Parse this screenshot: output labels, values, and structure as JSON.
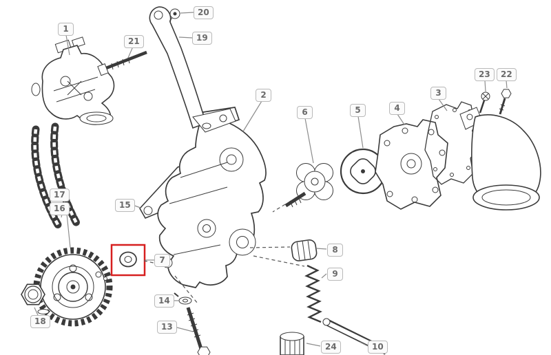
{
  "callouts": [
    {
      "label": "1"
    },
    {
      "label": "2"
    },
    {
      "label": "3"
    },
    {
      "label": "4"
    },
    {
      "label": "5"
    },
    {
      "label": "6"
    },
    {
      "label": "7"
    },
    {
      "label": "8"
    },
    {
      "label": "9"
    },
    {
      "label": "10"
    },
    {
      "label": "13"
    },
    {
      "label": "14"
    },
    {
      "label": "15"
    },
    {
      "label": "16"
    },
    {
      "label": "17"
    },
    {
      "label": "18"
    },
    {
      "label": "19"
    },
    {
      "label": "20"
    },
    {
      "label": "21"
    },
    {
      "label": "22"
    },
    {
      "label": "23"
    },
    {
      "label": "24"
    }
  ],
  "highlight": {
    "highlighted_callout": "7",
    "shape": "rectangle"
  },
  "colors": {
    "line": "#3a3a3a",
    "leader": "#8c8c8c",
    "highlight": "#d61f1f",
    "label_border": "#b9b9b9",
    "label_text": "#6a6a6a",
    "label_bg": "#fbfbfb",
    "background": "#ffffff"
  }
}
